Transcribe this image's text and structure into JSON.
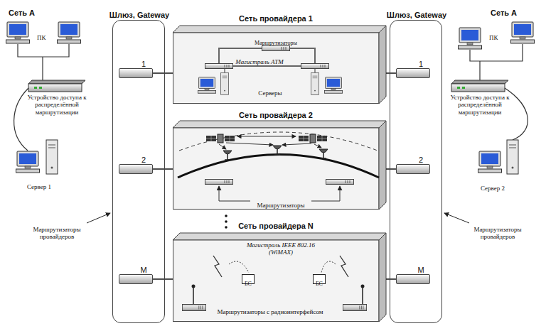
{
  "diagram": {
    "nodes": [
      {
        "text": [
          "Шлюз, Gateway"
        ]
      },
      {
        "text": [
          "1"
        ],
        "in": 0
      },
      {
        "text": [
          "2"
        ],
        "in": 0
      },
      {
        "text": [
          "M"
        ],
        "in": 0
      },
      {
        "text": [
          "Сеть провайдера 1",
          "Маршрутизаторы",
          "Магистраль ATM",
          "Серверы"
        ]
      },
      {
        "text": [
          "Сеть провайдера 2",
          "Маршрутизаторы"
        ]
      },
      {
        "text": [
          "Сеть провайдера N",
          "Магистраль IEEE 802.16 (WiMAX)",
          "Маршрутизаторы с радиоинтерфейсом"
        ]
      },
      {
        "text": [
          "БС"
        ],
        "in": 6
      },
      {
        "text": [
          "БС"
        ],
        "in": 6
      },
      {
        "text": [
          "Шлюз, Gateway"
        ]
      },
      {
        "text": [
          "1"
        ],
        "in": 9
      },
      {
        "text": [
          "2"
        ],
        "in": 9
      },
      {
        "text": [
          "M"
        ],
        "in": 9
      },
      {
        "text": [
          "Устройство доступа к распределённой маршрутизации"
        ]
      },
      {
        "text": [
          "Устройство доступа к распределённой маршрутизации"
        ]
      }
    ],
    "edges": [
      {
        "from": 1,
        "to": 4,
        "arrow": "none"
      },
      {
        "from": 2,
        "to": 5,
        "arrow": "none"
      },
      {
        "from": 3,
        "to": 6,
        "arrow": "none"
      },
      {
        "from": 4,
        "to": 10,
        "arrow": "none"
      },
      {
        "from": 5,
        "to": 11,
        "arrow": "none"
      },
      {
        "from": 6,
        "to": 12,
        "arrow": "none"
      }
    ],
    "labels": [
      "Сеть А",
      "ПК",
      "Сервер 1",
      "Маршрутизаторы провайдеров",
      "Сеть А",
      "ПК",
      "Сервер 2",
      "Маршрутизаторы провайдеров"
    ]
  }
}
